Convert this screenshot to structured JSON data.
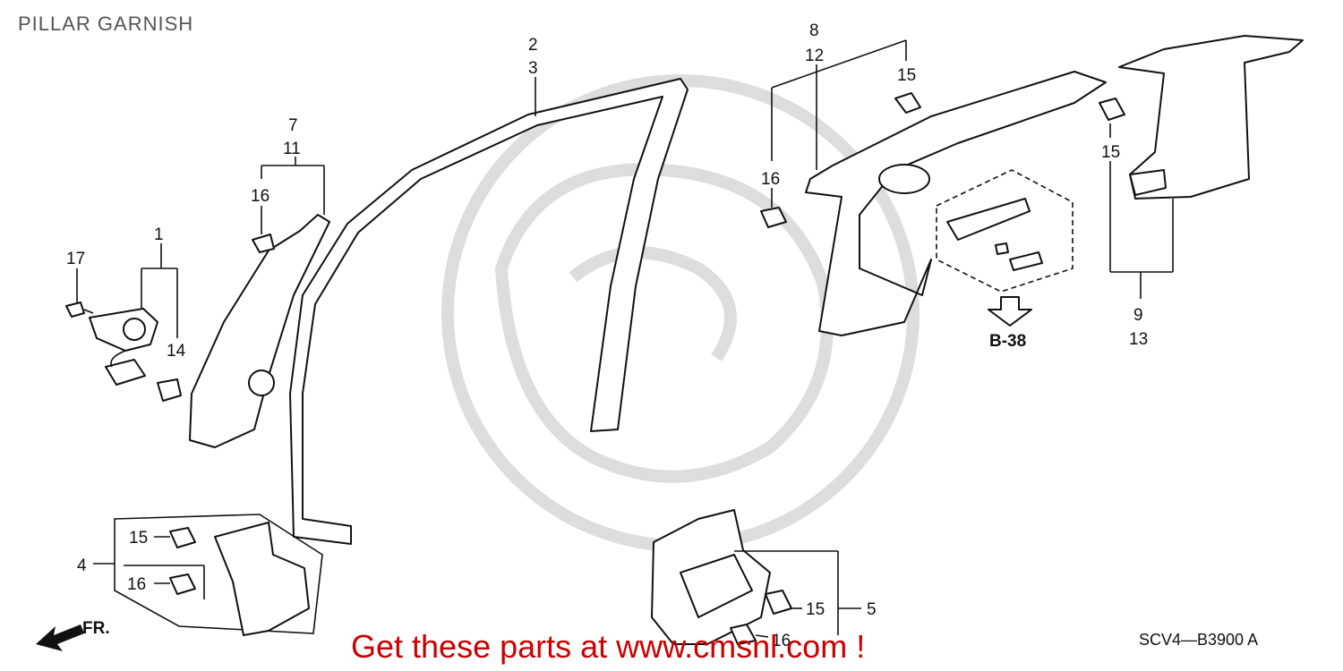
{
  "title": "PILLAR GARNISH",
  "diagram_code": "SCV4—B3900 A",
  "promo_text": "Get these parts at www.cmsnl.com !",
  "reference_label": "B-38",
  "front_label": "FR.",
  "callouts": {
    "c1": "1",
    "c2": "2",
    "c3": "3",
    "c4": "4",
    "c5": "5",
    "c7": "7",
    "c8": "8",
    "c9": "9",
    "c11": "11",
    "c12": "12",
    "c13": "13",
    "c14": "14",
    "c17": "17",
    "c15_top": "15",
    "c15_right": "15",
    "c15_box4": "15",
    "c15_box5": "15",
    "c16_a": "16",
    "c16_b": "16",
    "c16_box4": "16",
    "c16_box5": "16"
  },
  "colors": {
    "promo": "#cc0000",
    "line": "#111111",
    "watermark": "#dddddd"
  }
}
